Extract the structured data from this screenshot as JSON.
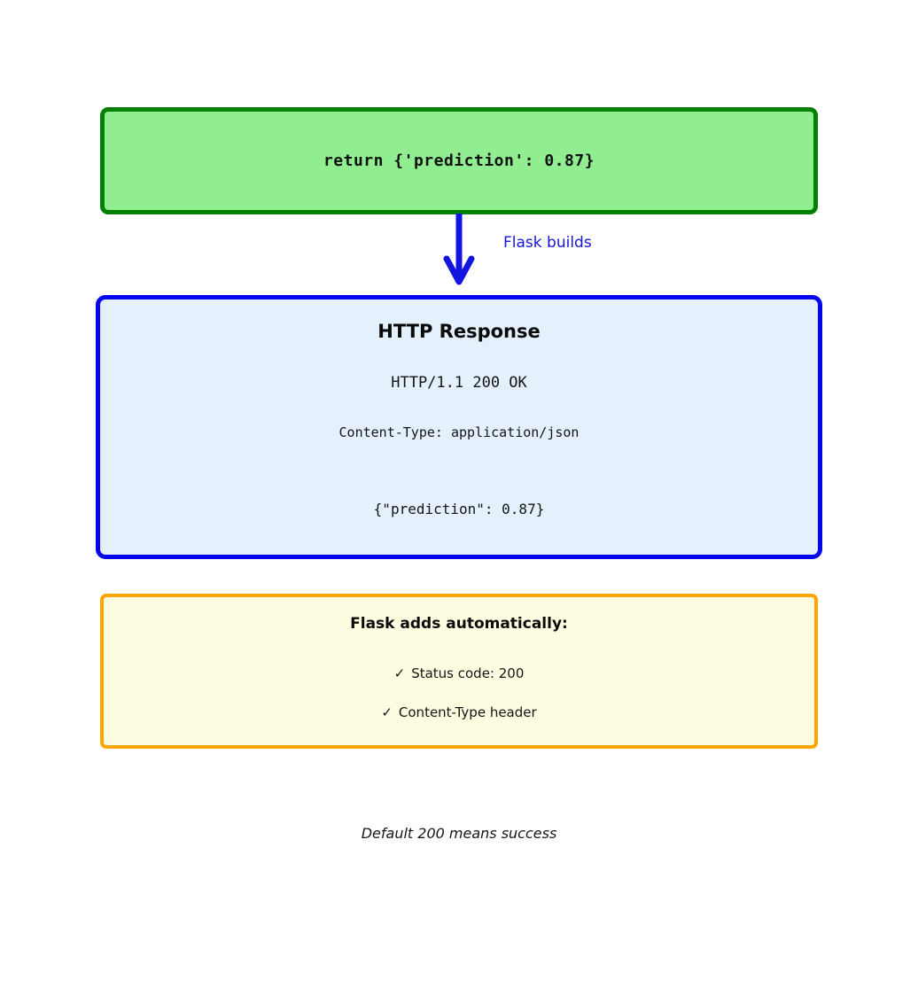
{
  "code_box": {
    "text": "return {'prediction': 0.87}"
  },
  "arrow": {
    "label": "Flask builds"
  },
  "response_box": {
    "title": "HTTP Response",
    "status_line": "HTTP/1.1 200 OK",
    "header_line": "Content-Type: application/json",
    "body_line": "{\"prediction\": 0.87}"
  },
  "auto_box": {
    "title": "Flask adds automatically:",
    "items": [
      {
        "icon": "✓",
        "text": "Status code: 200"
      },
      {
        "icon": "✓",
        "text": "Content-Type header"
      }
    ]
  },
  "footnote": "Default 200 means success",
  "colors": {
    "code_border": "#008000",
    "code_fill": "#90EE90",
    "arrow_blue": "#1414e0",
    "response_border": "#0606EE",
    "response_fill": "#E4F0FC",
    "auto_border": "#FFA500",
    "auto_fill": "#FFFDE1"
  }
}
